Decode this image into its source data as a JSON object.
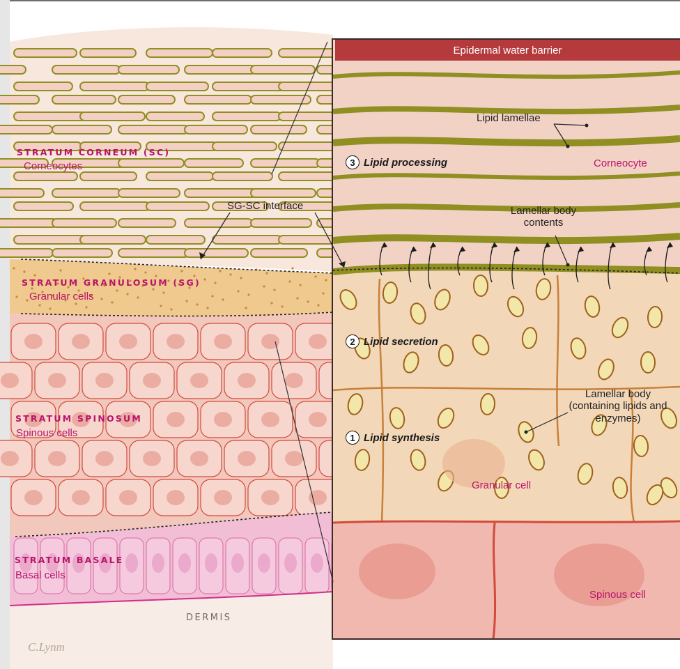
{
  "inset": {
    "title": "Epidermal water barrier"
  },
  "layers": [
    {
      "key": "sc",
      "name": "STRATUM CORNEUM (SC)",
      "cells": "Corneocytes"
    },
    {
      "key": "sg",
      "name": "STRATUM GRANULOSUM (SG)",
      "cells": "Granular cells"
    },
    {
      "key": "ss",
      "name": "STRATUM SPINOSUM",
      "cells": "Spinous cells"
    },
    {
      "key": "sb",
      "name": "STRATUM BASALE",
      "cells": "Basal cells"
    }
  ],
  "dermis": "DERMIS",
  "interface_label": "SG-SC interface",
  "steps": [
    {
      "num": "1",
      "label": "Lipid synthesis"
    },
    {
      "num": "2",
      "label": "Lipid secretion"
    },
    {
      "num": "3",
      "label": "Lipid processing"
    }
  ],
  "callouts": {
    "lipid_lamellae": "Lipid lamellae",
    "corneocyte": "Corneocyte",
    "lamellar_body_contents": "Lamellar body contents",
    "lamellar_body": "Lamellar body (containing lipids and enzymes)",
    "granular_cell": "Granular cell",
    "spinous_cell": "Spinous cell"
  },
  "signature": "C.Lynm",
  "colors": {
    "label_magenta": "#b8156a",
    "title_bar": "#b53a3c",
    "lipid_olive": "#8f8f22",
    "corneocyte_pink": "#f4d0c4",
    "spinous_red": "#d24a3c"
  }
}
